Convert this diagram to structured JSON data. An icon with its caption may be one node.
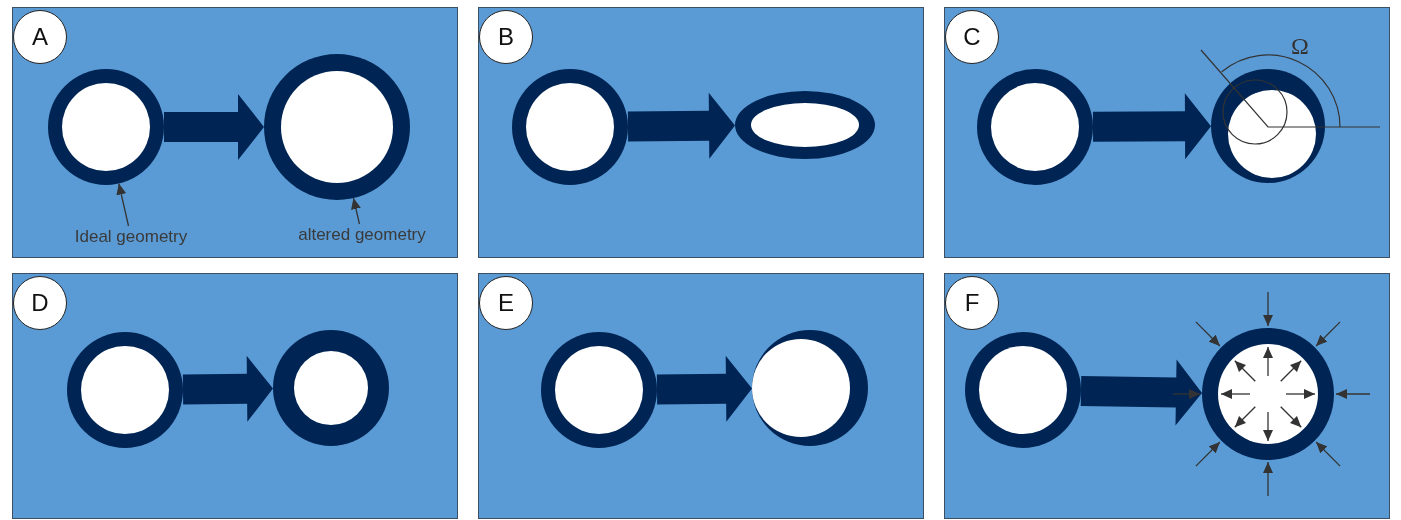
{
  "diagram": {
    "nodes": [
      {
        "text": [],
        "shape": "box"
      },
      {
        "text": [
          "A"
        ],
        "in": 0
      },
      {
        "text": [],
        "shape": "circle",
        "in": 0
      },
      {
        "text": [],
        "shape": "circle",
        "in": 0
      },
      {
        "text": [
          "Ideal geometry"
        ],
        "in": 0
      },
      {
        "text": [
          "altered geometry"
        ],
        "in": 0
      },
      {
        "text": [],
        "shape": "box"
      },
      {
        "text": [
          "B"
        ],
        "in": 6
      },
      {
        "text": [],
        "shape": "circle",
        "in": 6
      },
      {
        "text": [],
        "shape": "ellipse",
        "in": 6
      },
      {
        "text": [],
        "shape": "box"
      },
      {
        "text": [
          "C"
        ],
        "in": 10
      },
      {
        "text": [],
        "shape": "circle",
        "in": 10
      },
      {
        "text": [],
        "shape": "circle",
        "in": 10,
        "beside": [
          "Ω"
        ]
      },
      {
        "text": [],
        "shape": "box"
      },
      {
        "text": [
          "D"
        ],
        "in": 14
      },
      {
        "text": [],
        "shape": "circle",
        "in": 14
      },
      {
        "text": [],
        "shape": "circle",
        "in": 14
      },
      {
        "text": [],
        "shape": "box"
      },
      {
        "text": [
          "E"
        ],
        "in": 18
      },
      {
        "text": [],
        "shape": "circle",
        "in": 18
      },
      {
        "text": [],
        "shape": "circle",
        "in": 18
      },
      {
        "text": [],
        "shape": "box"
      },
      {
        "text": [
          "F"
        ],
        "in": 22
      },
      {
        "text": [],
        "shape": "circle",
        "in": 22
      },
      {
        "text": [],
        "shape": "circle",
        "in": 22
      }
    ],
    "edges": [
      {
        "from": 2,
        "to": 3,
        "arrow": "to",
        "style": "thick"
      },
      {
        "from": 4,
        "to": 2,
        "arrow": "to"
      },
      {
        "from": 5,
        "to": 3,
        "arrow": "to"
      },
      {
        "from": 8,
        "to": 9,
        "arrow": "to",
        "style": "thick"
      },
      {
        "from": 12,
        "to": 13,
        "arrow": "to",
        "style": "thick"
      },
      {
        "from": 16,
        "to": 17,
        "arrow": "to",
        "style": "thick"
      },
      {
        "from": 20,
        "to": 21,
        "arrow": "to",
        "style": "thick"
      },
      {
        "from": 24,
        "to": 25,
        "arrow": "to",
        "style": "thick"
      }
    ]
  }
}
